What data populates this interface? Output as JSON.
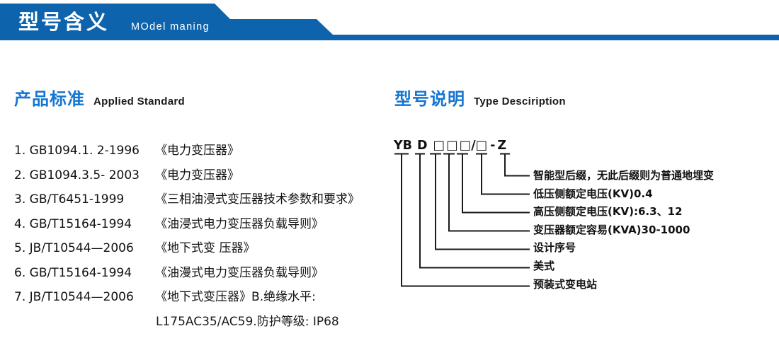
{
  "header": {
    "title_cn": "型号含义",
    "title_en": "MOdel maning",
    "bar_color": "#0d64ad"
  },
  "sections": {
    "left": {
      "title_cn": "产品标准",
      "title_en": "Applied Standard"
    },
    "right": {
      "title_cn": "型号说明",
      "title_en": "Type Desciription"
    }
  },
  "standards": [
    {
      "num": "1.",
      "code": "GB1094.1. 2-1996",
      "title": "《电力变压器》"
    },
    {
      "num": "2.",
      "code": "GB1094.3.5- 2003",
      "title": "《电力变压器》"
    },
    {
      "num": "3.",
      "code": "GB/T6451-1999",
      "title": "《三相油浸式变压器技术参数和要求》"
    },
    {
      "num": "4.",
      "code": "GB/T15164-1994",
      "title": "《油浸式电力变压器负载导则》"
    },
    {
      "num": "5.",
      "code": "JB/T10544—2006",
      "title": "《地下式变 压器》"
    },
    {
      "num": "6.",
      "code": "GB/T15164-1994",
      "title": "《油漫式电力变压器负载导则》"
    },
    {
      "num": "7.",
      "code": "JB/T10544—2006",
      "title": "《地下式变压器》B.绝缘水平:"
    }
  ],
  "standards_continuation": "L175AC35/AC59.防护等级: IP68",
  "type_code": {
    "segments": [
      "YB",
      "D",
      "□",
      "□",
      "□",
      "/",
      "□",
      "-",
      "Z"
    ],
    "display": "YB D □□□/□ - Z"
  },
  "type_labels": [
    "智能型后缀，无此后缀则为普通地埋变",
    "低压侧额定电压(KV)0.4",
    "高压侧额定电压(KV):6.3、12",
    "变压器额定容易(KVA)30-1000",
    "设计序号",
    "美式",
    "预装式变电站"
  ],
  "colors": {
    "accent_blue": "#1575d1",
    "banner_blue": "#0d64ad",
    "text": "#111111",
    "line": "#1a1a1a"
  }
}
